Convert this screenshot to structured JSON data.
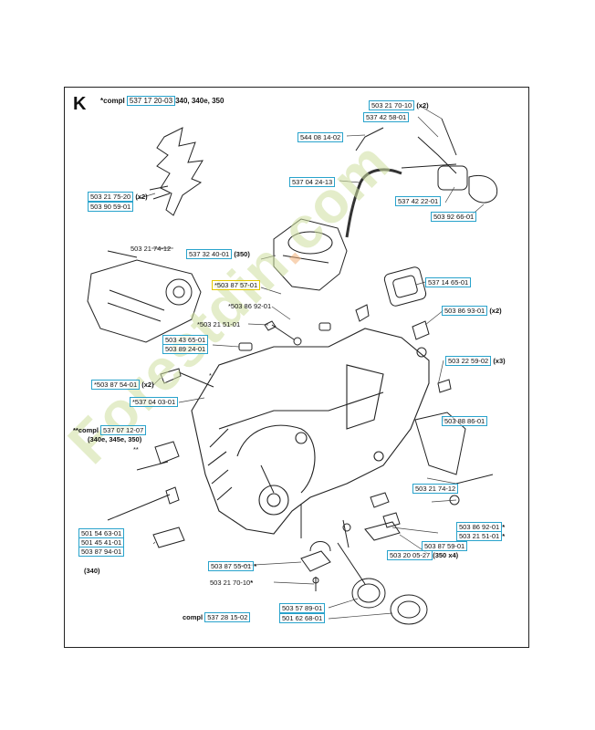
{
  "section": "K",
  "header": {
    "prefix": "*compl",
    "part": "537 17 20-03",
    "models": "340, 340e, 350"
  },
  "watermark": {
    "text_a": "Forestdin",
    "text_b": "com",
    "sep": "."
  },
  "labels": [
    {
      "id": "l1",
      "text": "503 21 70-10",
      "boxed": true,
      "suffix": "(x2)"
    },
    {
      "id": "l2",
      "text": "537 42 58-01",
      "boxed": true,
      "suffix": ""
    },
    {
      "id": "l3",
      "text": "544 08 14-02",
      "boxed": true,
      "suffix": ""
    },
    {
      "id": "l4",
      "text": "537 04 24-13",
      "boxed": true,
      "suffix": ""
    },
    {
      "id": "l5",
      "text": "537 42 22-01",
      "boxed": true,
      "suffix": ""
    },
    {
      "id": "l6",
      "text": "503 92 66-01",
      "boxed": true,
      "suffix": ""
    },
    {
      "id": "l7",
      "text": "503 21 75-20",
      "boxed": true,
      "suffix": "(x2)"
    },
    {
      "id": "l8",
      "text": "503 90 59-01",
      "boxed": true,
      "suffix": ""
    },
    {
      "id": "l9",
      "text": "503 21 74-12",
      "boxed": false,
      "suffix": ""
    },
    {
      "id": "l10",
      "text": "537 32 40-01",
      "boxed": true,
      "suffix": "(350)"
    },
    {
      "id": "l11",
      "text": "503 87 57-01",
      "boxed": true,
      "suffix": "",
      "prefix": "*"
    },
    {
      "id": "l12",
      "text": "537 14 65-01",
      "boxed": true,
      "suffix": ""
    },
    {
      "id": "l13",
      "text": "503 86 92-01",
      "boxed": false,
      "suffix": "",
      "prefix": "*"
    },
    {
      "id": "l14",
      "text": "503 21 51-01",
      "boxed": false,
      "suffix": "",
      "prefix": "*"
    },
    {
      "id": "l15",
      "text": "503 43 65-01",
      "boxed": true,
      "suffix": ""
    },
    {
      "id": "l16",
      "text": "503 89 24-01",
      "boxed": true,
      "suffix": ""
    },
    {
      "id": "l17",
      "text": "503 86 93-01",
      "boxed": true,
      "suffix": "(x2)"
    },
    {
      "id": "l18",
      "text": "503 22 59-02",
      "boxed": true,
      "suffix": "(x3)"
    },
    {
      "id": "l19",
      "text": "503 87 54-01",
      "boxed": true,
      "suffix": "(x2)",
      "prefix": "*"
    },
    {
      "id": "l20",
      "text": "537 04 03-01",
      "boxed": true,
      "suffix": "",
      "prefix": "*"
    },
    {
      "id": "l21",
      "text": "503 88 86-01",
      "boxed": true,
      "suffix": ""
    },
    {
      "id": "l22",
      "text": "537 07 12-07",
      "boxed": true,
      "suffix": "",
      "prefix": "**compl"
    },
    {
      "id": "l23",
      "text": "(340e, 345e, 350)",
      "boxed": false,
      "suffix": ""
    },
    {
      "id": "l24",
      "text": "503 21 74-12",
      "boxed": true,
      "suffix": ""
    },
    {
      "id": "l25",
      "text": "501 54 63-01",
      "boxed": true,
      "suffix": ""
    },
    {
      "id": "l26",
      "text": "501 45 41-01",
      "boxed": true,
      "suffix": ""
    },
    {
      "id": "l27",
      "text": "503 87 94-01",
      "boxed": true,
      "suffix": ""
    },
    {
      "id": "l28",
      "text": "503 86 92-01",
      "boxed": true,
      "suffix": "*"
    },
    {
      "id": "l29",
      "text": "503 21 51-01",
      "boxed": true,
      "suffix": "*"
    },
    {
      "id": "l30",
      "text": "503 87 59-01",
      "boxed": true,
      "suffix": ""
    },
    {
      "id": "l31",
      "text": "503 20 05-27",
      "boxed": true,
      "suffix": "(350 x4)"
    },
    {
      "id": "l32",
      "text": "(340)",
      "boxed": false,
      "suffix": ""
    },
    {
      "id": "l33",
      "text": "503 87 55-01",
      "boxed": true,
      "suffix": "*"
    },
    {
      "id": "l34",
      "text": "503 21 70-10",
      "boxed": false,
      "suffix": "*"
    },
    {
      "id": "l35",
      "text": "503 57 89-01",
      "boxed": true,
      "suffix": ""
    },
    {
      "id": "l36",
      "text": "537 28 15-02",
      "boxed": true,
      "suffix": "",
      "prefix": "compl"
    },
    {
      "id": "l37",
      "text": "501 62 68-01",
      "boxed": true,
      "suffix": ""
    },
    {
      "id": "l38",
      "text": "**",
      "boxed": false,
      "suffix": ""
    },
    {
      "id": "l39",
      "text": "*",
      "boxed": false,
      "suffix": ""
    }
  ]
}
